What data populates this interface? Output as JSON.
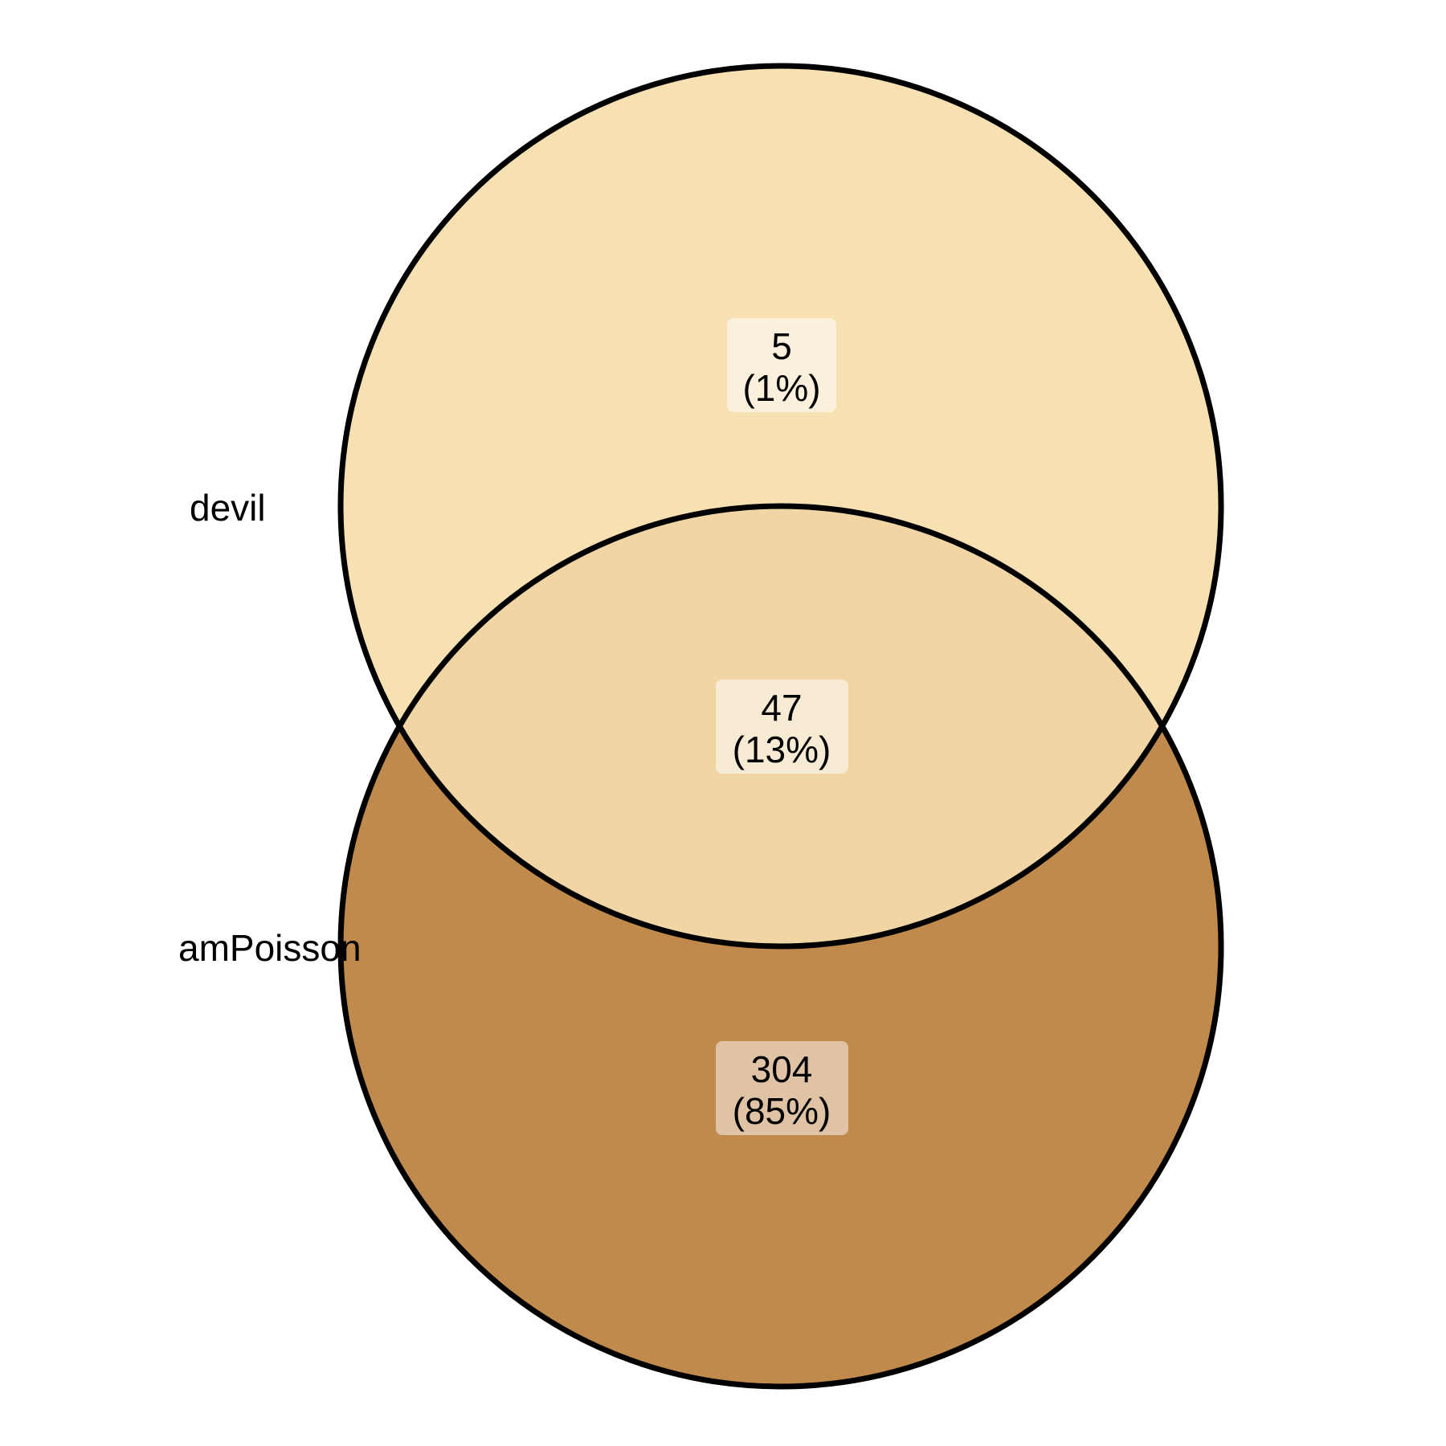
{
  "sets": {
    "devil": {
      "label": "devil",
      "color": "#f7e0b2"
    },
    "amPoisson": {
      "label": "amPoisson",
      "color": "#bf8a4b"
    }
  },
  "regions": {
    "devil_only": {
      "count": "5",
      "percent": "(1%)",
      "box_color": "#fbf0dc"
    },
    "both": {
      "count": "47",
      "percent": "(13%)",
      "fill": "#f1d5a5",
      "box_color": "#f8ebd4"
    },
    "amPoisson_only": {
      "count": "304",
      "percent": "(85%)",
      "box_color": "#dfc3a4"
    }
  },
  "outline_color": "#000000"
}
